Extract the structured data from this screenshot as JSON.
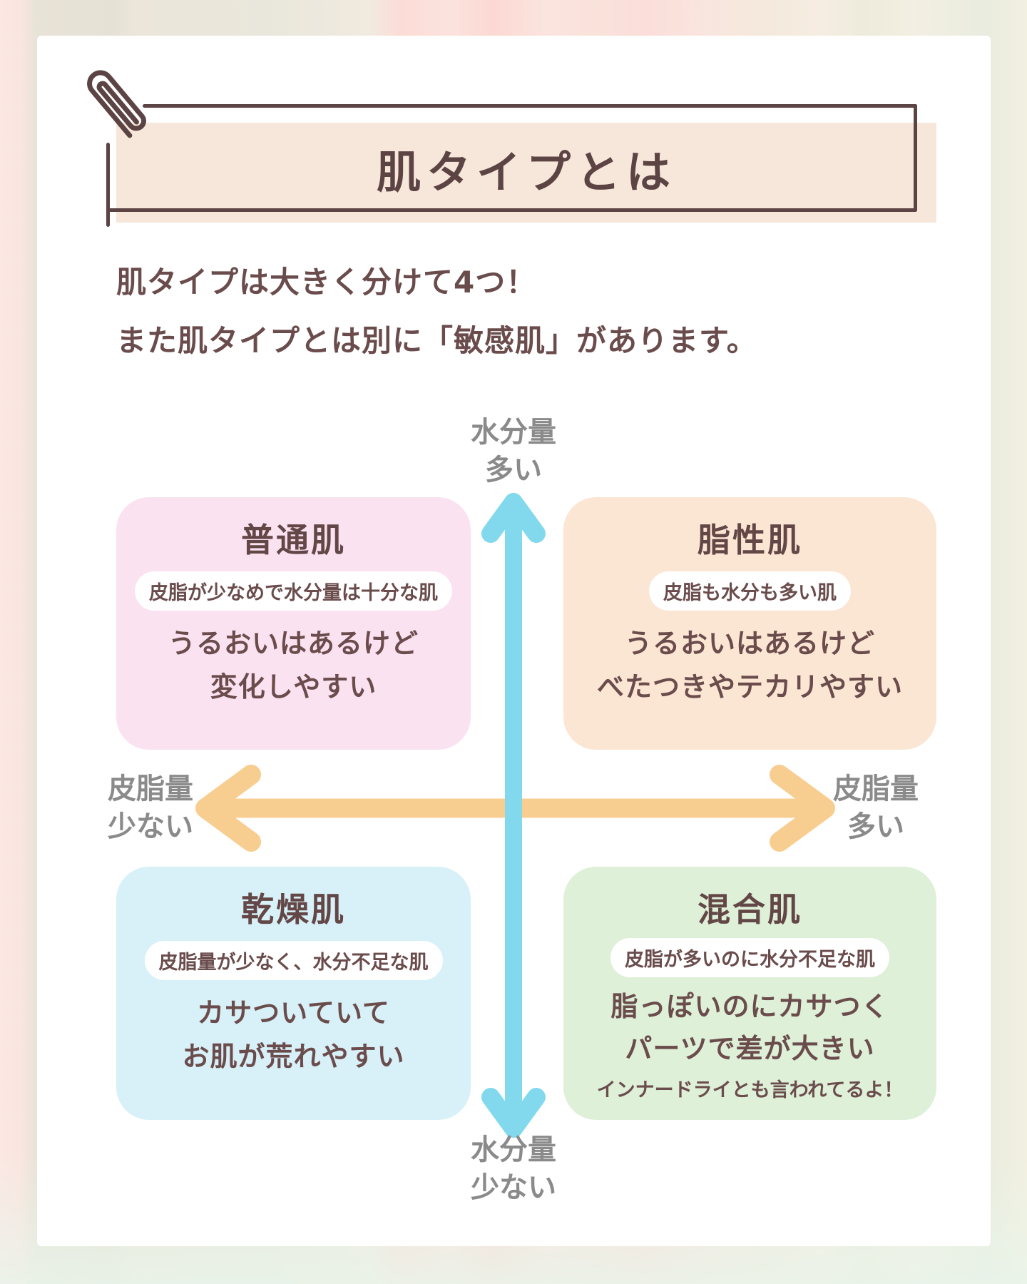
{
  "title_banner": {
    "title": "肌タイプとは"
  },
  "intro": {
    "line1": "肌タイプは大きく分けて4つ！",
    "line2": "また肌タイプとは別に「敏感肌」があります。"
  },
  "axes": {
    "top": {
      "line1": "水分量",
      "line2": "多い"
    },
    "bottom": {
      "line1": "水分量",
      "line2": "少ない"
    },
    "left": {
      "line1": "皮脂量",
      "line2": "少ない"
    },
    "right": {
      "line1": "皮脂量",
      "line2": "多い"
    }
  },
  "quadrants": {
    "normal": {
      "name": "普通肌",
      "pill": "皮脂が少なめで水分量は十分な肌",
      "body1": "うるおいはあるけど",
      "body2": "変化しやすい"
    },
    "oily": {
      "name": "脂性肌",
      "pill": "皮脂も水分も多い肌",
      "body1": "うるおいはあるけど",
      "body2": "べたつきやテカリやすい"
    },
    "dry": {
      "name": "乾燥肌",
      "pill": "皮脂量が少なく、水分不足な肌",
      "body1": "カサついていて",
      "body2": "お肌が荒れやすい"
    },
    "combination": {
      "name": "混合肌",
      "pill": "皮脂が多いのに水分不足な肌",
      "body1": "脂っぽいのにカサつく",
      "body2": "パーツで差が大きい",
      "note": "インナードライとも言われてるよ！"
    }
  },
  "colors": {
    "frame_brown": "#5d4444",
    "text_brown": "#6b4c4c",
    "banner_fill": "#f7e7da",
    "quad_normal_bg": "#fbe2f0",
    "quad_oily_bg": "#fbe5d3",
    "quad_dry_bg": "#d8f0f7",
    "quad_combination_bg": "#def0d8",
    "arrow_vertical": "#82d9ed",
    "arrow_horizontal": "#f8cd90",
    "axis_label_gray": "#8a8a8a"
  }
}
